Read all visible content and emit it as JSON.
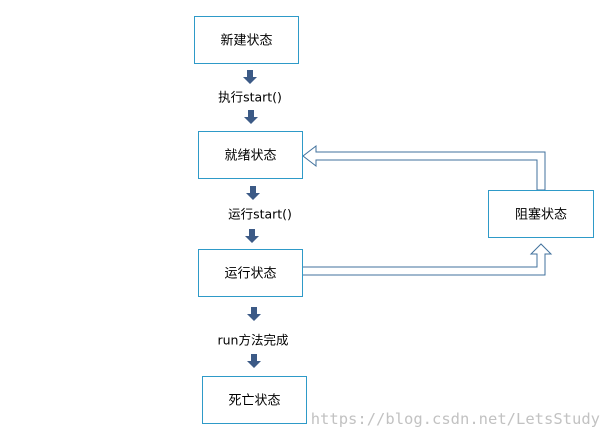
{
  "states": {
    "new": "新建状态",
    "ready": "就绪状态",
    "running": "运行状态",
    "blocked": "阻塞状态",
    "dead": "死亡状态"
  },
  "transitions": {
    "new_to_ready": "执行start()",
    "ready_to_running": "运行start()",
    "running_to_dead": "run方法完成"
  },
  "watermark": "https://blog.csdn.net/LetsStudy",
  "colors": {
    "box_border": "#2e9ac8",
    "arrow_fill": "#3c5a86",
    "hollow_arrow_stroke": "#41719c",
    "watermark": "#c2c2c2"
  }
}
